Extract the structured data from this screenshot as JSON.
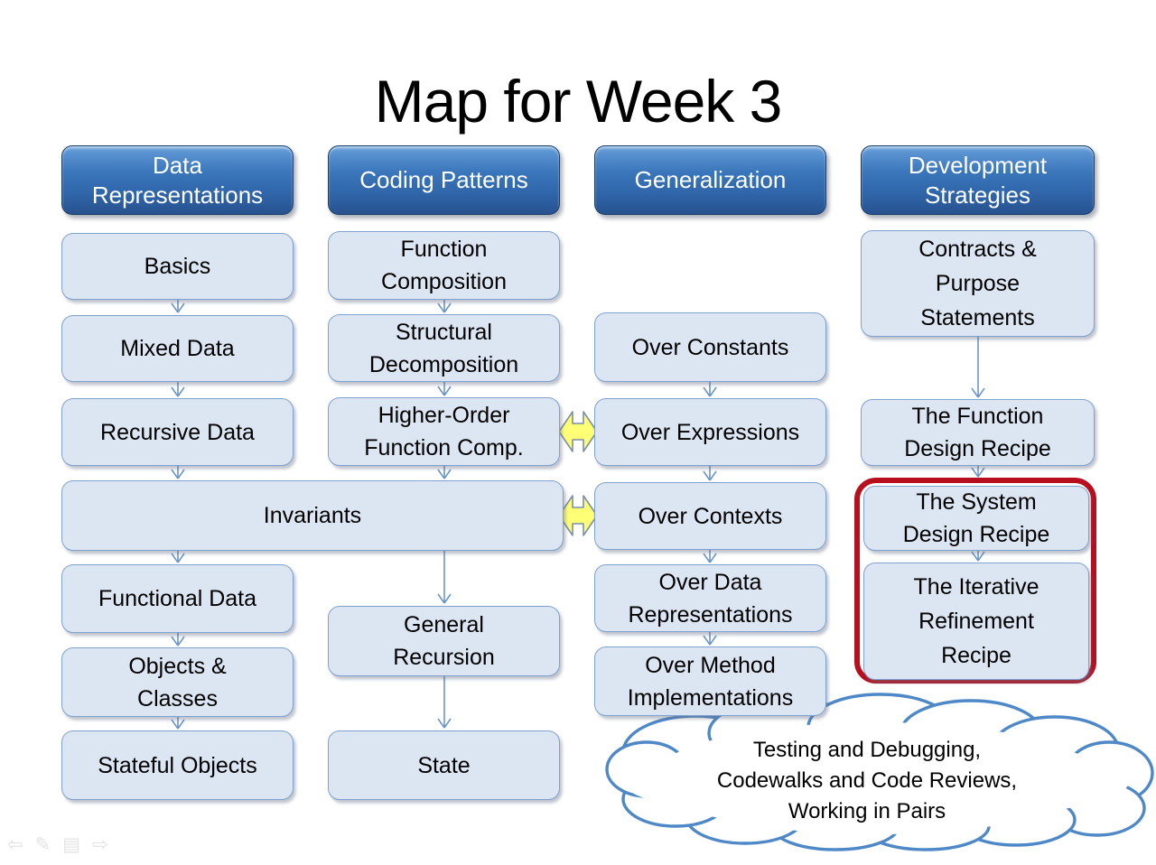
{
  "title": "Map for Week 3",
  "columns": {
    "data_representations": {
      "header": "Data\nRepresentations",
      "basics": "Basics",
      "mixed_data": "Mixed Data",
      "recursive_data": "Recursive Data",
      "functional_data": "Functional Data",
      "objects_classes": "Objects &\nClasses",
      "stateful_objects": "Stateful Objects"
    },
    "coding_patterns": {
      "header": "Coding Patterns",
      "function_composition": "Function\nComposition",
      "structural_decomposition": "Structural\nDecomposition",
      "higher_order_function_comp": "Higher-Order\nFunction Comp.",
      "general_recursion": "General\nRecursion",
      "state": "State"
    },
    "generalization": {
      "header": "Generalization",
      "over_constants": "Over Constants",
      "over_expressions": "Over Expressions",
      "over_contexts": "Over Contexts",
      "over_data_representations": "Over Data\nRepresentations",
      "over_method_implementations": "Over Method\nImplementations"
    },
    "development_strategies": {
      "header": "Development\nStrategies",
      "contracts_purpose_statements": "Contracts &\nPurpose\nStatements",
      "function_design_recipe": "The Function\nDesign Recipe",
      "system_design_recipe": "The System\nDesign Recipe",
      "iterative_refinement_recipe": "The Iterative\nRefinement\nRecipe"
    }
  },
  "shared": {
    "invariants": "Invariants"
  },
  "cloud": {
    "text": "Testing and Debugging,\nCodewalks and Code Reviews,\nWorking in Pairs"
  },
  "nav": {
    "back_icon": "⇦",
    "pen_icon": "✎",
    "slides_icon": "▤",
    "forward_icon": "⇨"
  },
  "colors": {
    "header_blue_top": "#7FB0E0",
    "header_blue": "#3A76BB",
    "header_blue_dark": "#27528E",
    "box_fill": "#DCE6F2",
    "box_border": "#7FA1D0",
    "connector_blue": "#6D96C8",
    "highlight_red": "#B80F1F",
    "arrow_yellow_fill": "#FFFF75",
    "arrow_yellow_border": "#7B8DA8",
    "cloud_stroke": "#4E88C7",
    "title_color": "#000000"
  }
}
